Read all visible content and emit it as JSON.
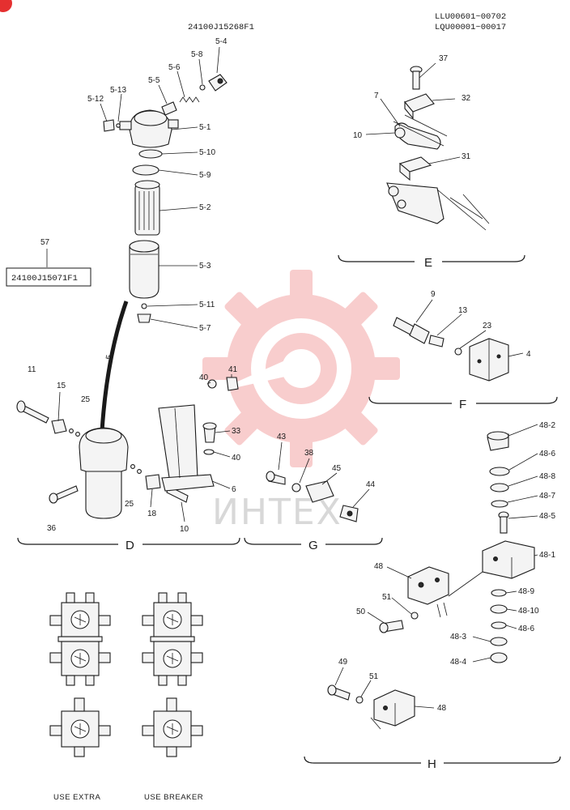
{
  "header": {
    "part_code": "24100J15268F1",
    "serial_line1": "LLU00601~00702",
    "serial_line2": "LQU00001~00017"
  },
  "box_label": {
    "ref": "57",
    "code": "24100J15071F1"
  },
  "sections": [
    "D",
    "E",
    "F",
    "G",
    "H"
  ],
  "callouts": {
    "filter": [
      "5-4",
      "5-8",
      "5-6",
      "5-5",
      "5-13",
      "5-12",
      "5-1",
      "5-10",
      "5-9",
      "5-2",
      "5-3",
      "5-11",
      "5-7",
      "5"
    ],
    "section_d": [
      "11",
      "15",
      "25",
      "25",
      "36",
      "18",
      "10",
      "6",
      "40",
      "41",
      "33",
      "40"
    ],
    "section_e": [
      "37",
      "7",
      "32",
      "10",
      "31"
    ],
    "section_f": [
      "9",
      "13",
      "23",
      "4"
    ],
    "section_g": [
      "43",
      "38",
      "45",
      "44"
    ],
    "section_h": [
      "48-2",
      "48-6",
      "48-8",
      "48-7",
      "48-5",
      "48-1",
      "48",
      "51",
      "50",
      "48-9",
      "48-10",
      "48-6",
      "48-3",
      "48-4",
      "49",
      "51",
      "48"
    ]
  },
  "captions": {
    "left": "USE EXTRA",
    "right": "USE BREAKER"
  },
  "watermark": {
    "text": "ИНТЕХ",
    "color": "#e85050"
  },
  "icons": [
    "watermark-gear-icon",
    "corner-badge-icon"
  ]
}
